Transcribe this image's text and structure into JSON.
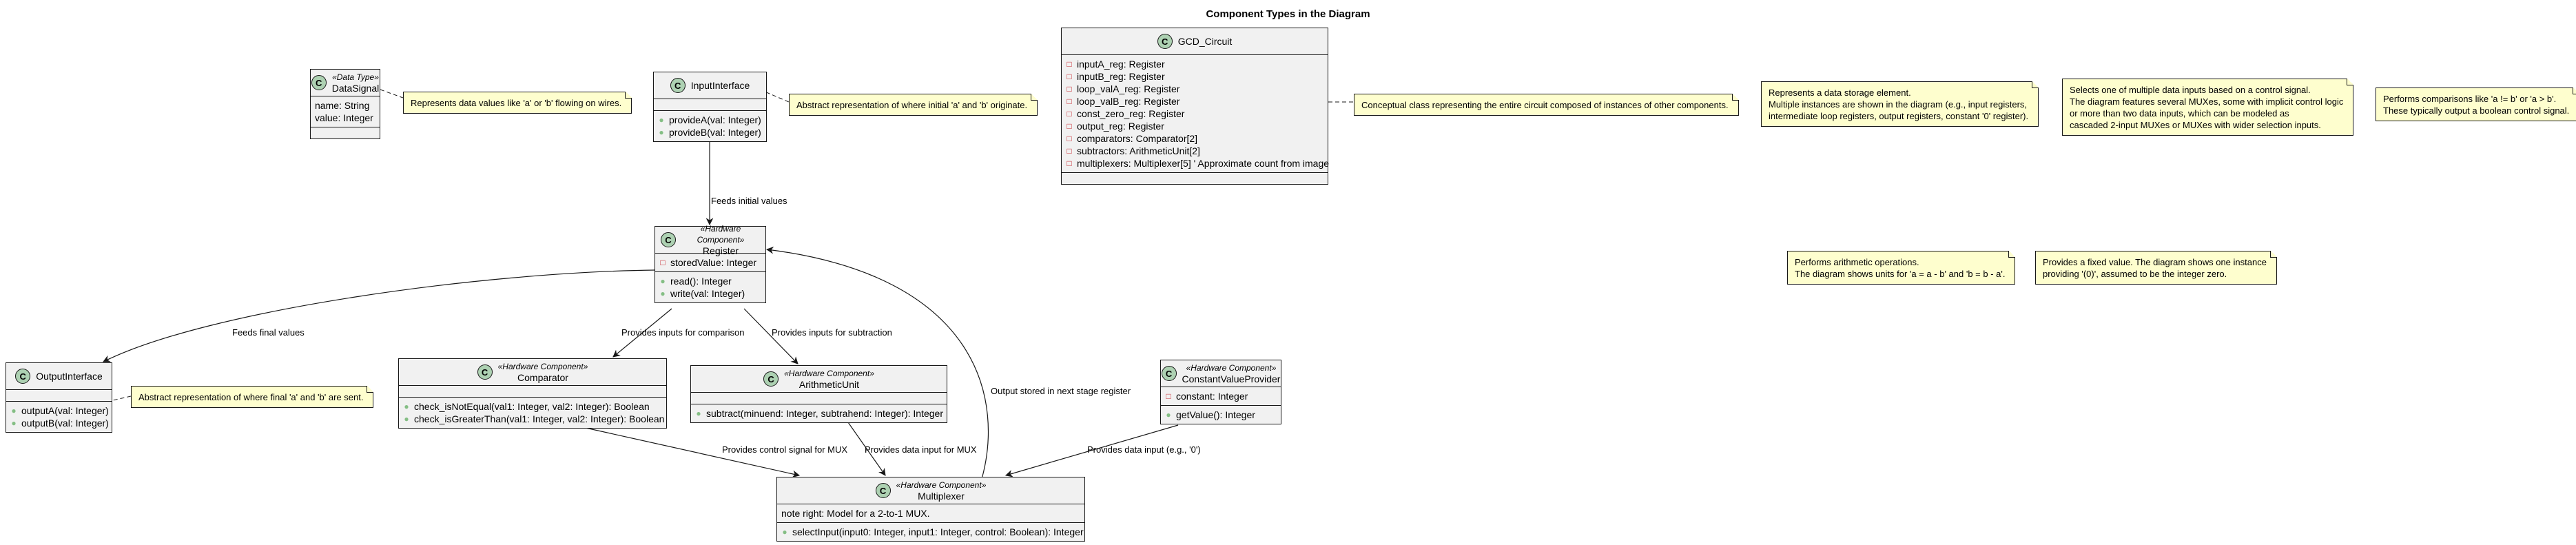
{
  "title": "Component Types in the Diagram",
  "classes": {
    "data_signal": {
      "name": "DataSignal",
      "stereotype": "«Data Type»",
      "fields": [
        "name: String",
        "value: Integer"
      ]
    },
    "input_interface": {
      "name": "InputInterface",
      "methods": [
        "provideA(val: Integer)",
        "provideB(val: Integer)"
      ]
    },
    "gcd_circuit": {
      "name": "GCD_Circuit",
      "fields": [
        "inputA_reg: Register",
        "inputB_reg: Register",
        "loop_valA_reg: Register",
        "loop_valB_reg: Register",
        "const_zero_reg: Register",
        "output_reg: Register",
        "comparators: Comparator[2]",
        "subtractors: ArithmeticUnit[2]",
        "multiplexers: Multiplexer[5] ' Approximate count from image"
      ]
    },
    "register": {
      "name": "Register",
      "stereotype": "«Hardware Component»",
      "fields": [
        "storedValue: Integer"
      ],
      "methods": [
        "read(): Integer",
        "write(val: Integer)"
      ]
    },
    "output_interface": {
      "name": "OutputInterface",
      "methods": [
        "outputA(val: Integer)",
        "outputB(val: Integer)"
      ]
    },
    "comparator": {
      "name": "Comparator",
      "stereotype": "«Hardware Component»",
      "methods": [
        "check_isNotEqual(val1: Integer, val2: Integer): Boolean",
        "check_isGreaterThan(val1: Integer, val2: Integer): Boolean"
      ]
    },
    "arithmetic_unit": {
      "name": "ArithmeticUnit",
      "stereotype": "«Hardware Component»",
      "methods": [
        "subtract(minuend: Integer, subtrahend: Integer): Integer"
      ]
    },
    "constant_value_provider": {
      "name": "ConstantValueProvider",
      "stereotype": "«Hardware Component»",
      "fields": [
        "constant: Integer"
      ],
      "methods": [
        "getValue(): Integer"
      ]
    },
    "multiplexer": {
      "name": "Multiplexer",
      "stereotype": "«Hardware Component»",
      "fields": [
        "note right: Model for a 2-to-1 MUX."
      ],
      "methods": [
        "selectInput(input0: Integer, input1: Integer, control: Boolean): Integer"
      ]
    }
  },
  "notes": {
    "data_signal": [
      "Represents data values like 'a' or 'b' flowing on wires."
    ],
    "input_interface": [
      "Abstract representation of where initial 'a' and 'b' originate."
    ],
    "gcd_circuit": [
      "Conceptual class representing the entire circuit composed of instances of other components."
    ],
    "register": [
      "Represents a data storage element.",
      "Multiple instances are shown in the diagram (e.g., input registers,",
      "intermediate loop registers, output registers, constant '0' register)."
    ],
    "multiplexer": [
      "Selects one of multiple data inputs based on a control signal.",
      "The diagram features several MUXes, some with implicit control logic",
      "or more than two data inputs, which can be modeled as",
      "cascaded 2-input MUXes or MUXes with wider selection inputs."
    ],
    "comparator": [
      "Performs comparisons like 'a != b' or 'a > b'.",
      "These typically output a boolean control signal."
    ],
    "arithmetic_unit": [
      "Performs arithmetic operations.",
      "The diagram shows units for 'a = a - b' and 'b = b - a'."
    ],
    "constant_value_provider": [
      "Provides a fixed value. The diagram shows one instance",
      " providing '(0)', assumed to be the integer zero."
    ],
    "output_interface": [
      "Abstract representation of where final 'a' and 'b' are sent."
    ]
  },
  "edges": {
    "feeds_initial": "Feeds initial values",
    "feeds_final": "Feeds final values",
    "inputs_comparison": "Provides inputs for comparison",
    "inputs_subtraction": "Provides inputs for subtraction",
    "output_stored": "Output stored in next stage register",
    "control_signal": "Provides control signal for MUX",
    "data_input_mux": "Provides data input for MUX",
    "data_input_const": "Provides data input (e.g., '0')"
  }
}
